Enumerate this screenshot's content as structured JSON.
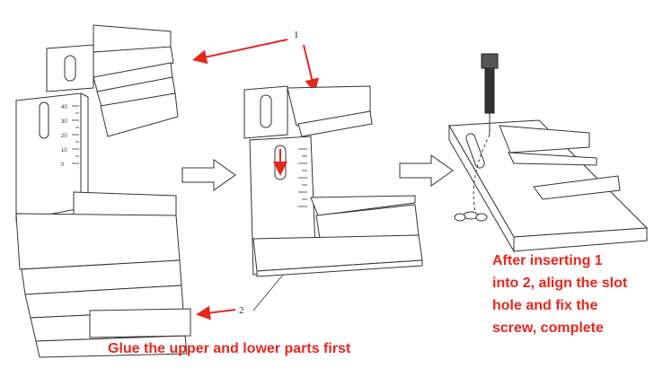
{
  "labels": {
    "part1": "1",
    "part2": "2"
  },
  "captions": {
    "left": "Glue the upper and lower parts first",
    "right_lines": [
      "After inserting 1",
      "into 2, align the slot",
      "hole and fix the",
      "screw, complete"
    ]
  },
  "ruler_ticks": [
    "40",
    "30",
    "20",
    "10",
    "0"
  ],
  "colors": {
    "annotation": "#e8261e",
    "outline": "#333333"
  }
}
